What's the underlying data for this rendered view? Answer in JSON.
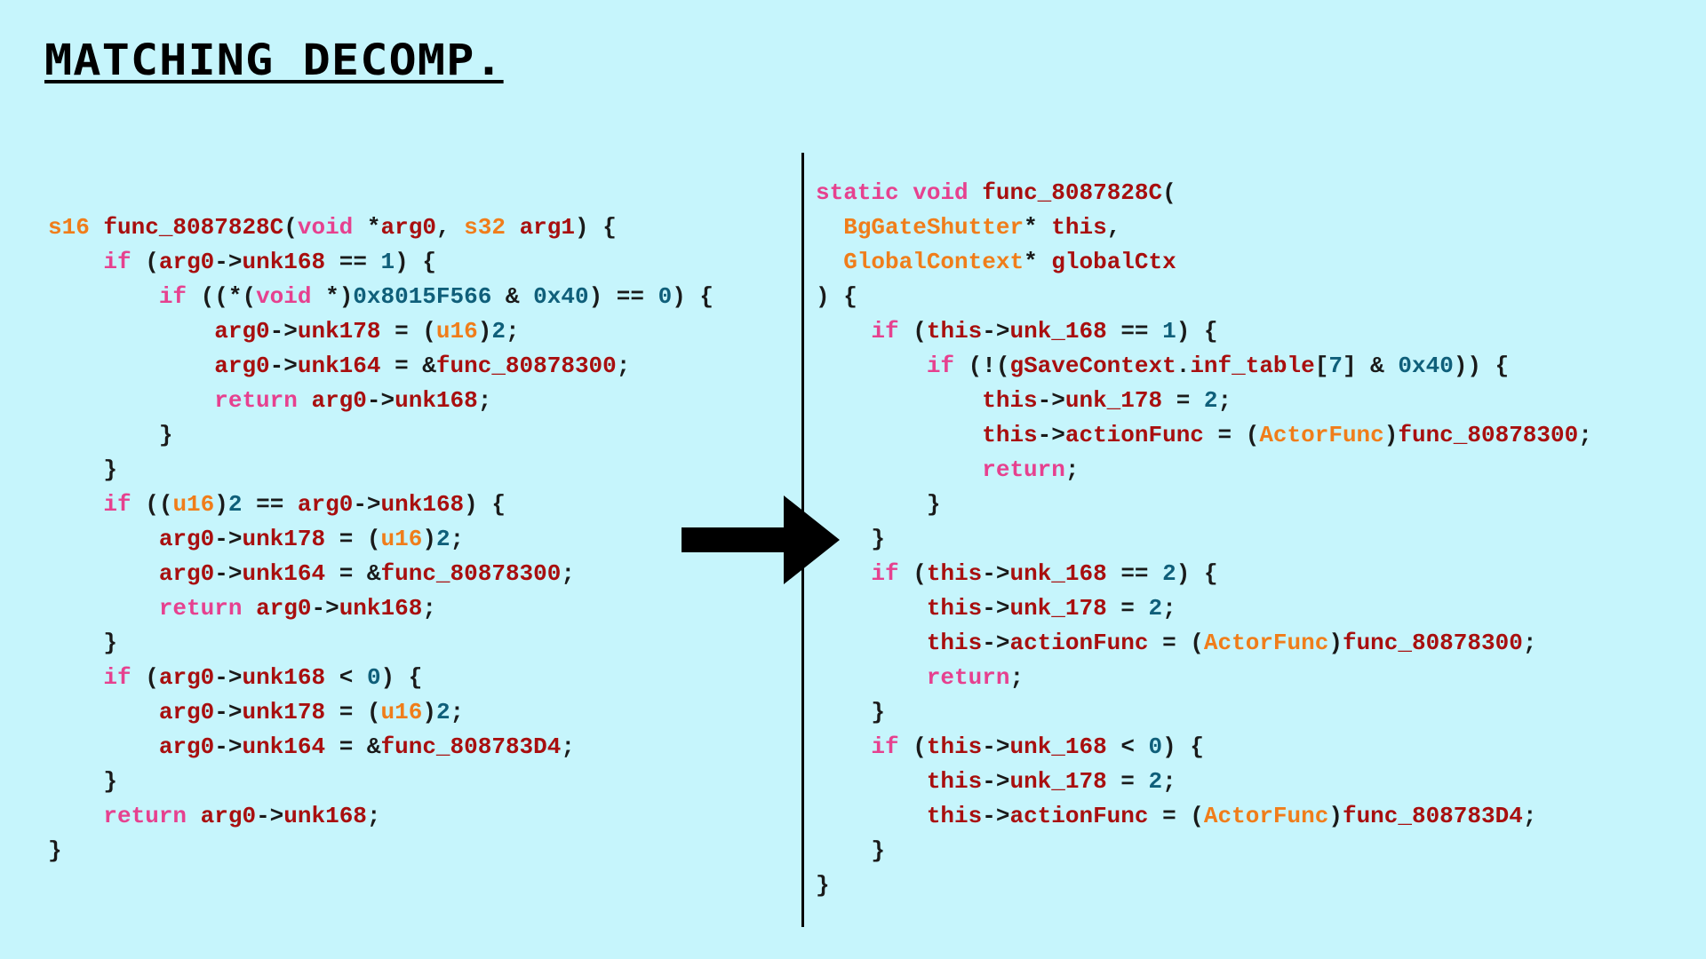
{
  "title": "Matching decomp.",
  "left_lines": [
    [
      [
        "ty",
        "s16"
      ],
      [
        "pu",
        " "
      ],
      [
        "id",
        "func_8087828C"
      ],
      [
        "pu",
        "("
      ],
      [
        "kw",
        "void"
      ],
      [
        "pu",
        " *"
      ],
      [
        "id",
        "arg0"
      ],
      [
        "pu",
        ", "
      ],
      [
        "ty",
        "s32"
      ],
      [
        "pu",
        " "
      ],
      [
        "id",
        "arg1"
      ],
      [
        "pu",
        ") {"
      ]
    ],
    [
      [
        "pu",
        "    "
      ],
      [
        "kw",
        "if"
      ],
      [
        "pu",
        " ("
      ],
      [
        "id",
        "arg0"
      ],
      [
        "pu",
        "->"
      ],
      [
        "id",
        "unk168"
      ],
      [
        "pu",
        " == "
      ],
      [
        "nm",
        "1"
      ],
      [
        "pu",
        ") {"
      ]
    ],
    [
      [
        "pu",
        "        "
      ],
      [
        "kw",
        "if"
      ],
      [
        "pu",
        " ((*("
      ],
      [
        "kw",
        "void"
      ],
      [
        "pu",
        " *)"
      ],
      [
        "nm",
        "0x8015F566"
      ],
      [
        "pu",
        " & "
      ],
      [
        "nm",
        "0x40"
      ],
      [
        "pu",
        ") == "
      ],
      [
        "nm",
        "0"
      ],
      [
        "pu",
        ") {"
      ]
    ],
    [
      [
        "pu",
        "            "
      ],
      [
        "id",
        "arg0"
      ],
      [
        "pu",
        "->"
      ],
      [
        "id",
        "unk178"
      ],
      [
        "pu",
        " = ("
      ],
      [
        "ty",
        "u16"
      ],
      [
        "pu",
        ")"
      ],
      [
        "nm",
        "2"
      ],
      [
        "pu",
        ";"
      ]
    ],
    [
      [
        "pu",
        "            "
      ],
      [
        "id",
        "arg0"
      ],
      [
        "pu",
        "->"
      ],
      [
        "id",
        "unk164"
      ],
      [
        "pu",
        " = &"
      ],
      [
        "id",
        "func_80878300"
      ],
      [
        "pu",
        ";"
      ]
    ],
    [
      [
        "pu",
        "            "
      ],
      [
        "kw",
        "return"
      ],
      [
        "pu",
        " "
      ],
      [
        "id",
        "arg0"
      ],
      [
        "pu",
        "->"
      ],
      [
        "id",
        "unk168"
      ],
      [
        "pu",
        ";"
      ]
    ],
    [
      [
        "pu",
        "        }"
      ]
    ],
    [
      [
        "pu",
        "    }"
      ]
    ],
    [
      [
        "pu",
        "    "
      ],
      [
        "kw",
        "if"
      ],
      [
        "pu",
        " (("
      ],
      [
        "ty",
        "u16"
      ],
      [
        "pu",
        ")"
      ],
      [
        "nm",
        "2"
      ],
      [
        "pu",
        " == "
      ],
      [
        "id",
        "arg0"
      ],
      [
        "pu",
        "->"
      ],
      [
        "id",
        "unk168"
      ],
      [
        "pu",
        ") {"
      ]
    ],
    [
      [
        "pu",
        "        "
      ],
      [
        "id",
        "arg0"
      ],
      [
        "pu",
        "->"
      ],
      [
        "id",
        "unk178"
      ],
      [
        "pu",
        " = ("
      ],
      [
        "ty",
        "u16"
      ],
      [
        "pu",
        ")"
      ],
      [
        "nm",
        "2"
      ],
      [
        "pu",
        ";"
      ]
    ],
    [
      [
        "pu",
        "        "
      ],
      [
        "id",
        "arg0"
      ],
      [
        "pu",
        "->"
      ],
      [
        "id",
        "unk164"
      ],
      [
        "pu",
        " = &"
      ],
      [
        "id",
        "func_80878300"
      ],
      [
        "pu",
        ";"
      ]
    ],
    [
      [
        "pu",
        "        "
      ],
      [
        "kw",
        "return"
      ],
      [
        "pu",
        " "
      ],
      [
        "id",
        "arg0"
      ],
      [
        "pu",
        "->"
      ],
      [
        "id",
        "unk168"
      ],
      [
        "pu",
        ";"
      ]
    ],
    [
      [
        "pu",
        "    }"
      ]
    ],
    [
      [
        "pu",
        "    "
      ],
      [
        "kw",
        "if"
      ],
      [
        "pu",
        " ("
      ],
      [
        "id",
        "arg0"
      ],
      [
        "pu",
        "->"
      ],
      [
        "id",
        "unk168"
      ],
      [
        "pu",
        " < "
      ],
      [
        "nm",
        "0"
      ],
      [
        "pu",
        ") {"
      ]
    ],
    [
      [
        "pu",
        "        "
      ],
      [
        "id",
        "arg0"
      ],
      [
        "pu",
        "->"
      ],
      [
        "id",
        "unk178"
      ],
      [
        "pu",
        " = ("
      ],
      [
        "ty",
        "u16"
      ],
      [
        "pu",
        ")"
      ],
      [
        "nm",
        "2"
      ],
      [
        "pu",
        ";"
      ]
    ],
    [
      [
        "pu",
        "        "
      ],
      [
        "id",
        "arg0"
      ],
      [
        "pu",
        "->"
      ],
      [
        "id",
        "unk164"
      ],
      [
        "pu",
        " = &"
      ],
      [
        "id",
        "func_808783D4"
      ],
      [
        "pu",
        ";"
      ]
    ],
    [
      [
        "pu",
        "    }"
      ]
    ],
    [
      [
        "pu",
        "    "
      ],
      [
        "kw",
        "return"
      ],
      [
        "pu",
        " "
      ],
      [
        "id",
        "arg0"
      ],
      [
        "pu",
        "->"
      ],
      [
        "id",
        "unk168"
      ],
      [
        "pu",
        ";"
      ]
    ],
    [
      [
        "pu",
        "}"
      ]
    ]
  ],
  "right_lines": [
    [
      [
        "kw",
        "static"
      ],
      [
        "pu",
        " "
      ],
      [
        "kw",
        "void"
      ],
      [
        "pu",
        " "
      ],
      [
        "id",
        "func_8087828C"
      ],
      [
        "pu",
        "("
      ]
    ],
    [
      [
        "pu",
        "  "
      ],
      [
        "ty",
        "BgGateShutter"
      ],
      [
        "pu",
        "* "
      ],
      [
        "id",
        "this"
      ],
      [
        "pu",
        ","
      ]
    ],
    [
      [
        "pu",
        "  "
      ],
      [
        "ty",
        "GlobalContext"
      ],
      [
        "pu",
        "* "
      ],
      [
        "id",
        "globalCtx"
      ]
    ],
    [
      [
        "pu",
        ") {"
      ]
    ],
    [
      [
        "pu",
        "    "
      ],
      [
        "kw",
        "if"
      ],
      [
        "pu",
        " ("
      ],
      [
        "id",
        "this"
      ],
      [
        "pu",
        "->"
      ],
      [
        "id",
        "unk_168"
      ],
      [
        "pu",
        " == "
      ],
      [
        "nm",
        "1"
      ],
      [
        "pu",
        ") {"
      ]
    ],
    [
      [
        "pu",
        "        "
      ],
      [
        "kw",
        "if"
      ],
      [
        "pu",
        " (!("
      ],
      [
        "id",
        "gSaveContext"
      ],
      [
        "pu",
        "."
      ],
      [
        "id",
        "inf_table"
      ],
      [
        "pu",
        "["
      ],
      [
        "nm",
        "7"
      ],
      [
        "pu",
        "] & "
      ],
      [
        "nm",
        "0x40"
      ],
      [
        "pu",
        ")) {"
      ]
    ],
    [
      [
        "pu",
        "            "
      ],
      [
        "id",
        "this"
      ],
      [
        "pu",
        "->"
      ],
      [
        "id",
        "unk_178"
      ],
      [
        "pu",
        " = "
      ],
      [
        "nm",
        "2"
      ],
      [
        "pu",
        ";"
      ]
    ],
    [
      [
        "pu",
        "            "
      ],
      [
        "id",
        "this"
      ],
      [
        "pu",
        "->"
      ],
      [
        "id",
        "actionFunc"
      ],
      [
        "pu",
        " = ("
      ],
      [
        "ty",
        "ActorFunc"
      ],
      [
        "pu",
        ")"
      ],
      [
        "id",
        "func_80878300"
      ],
      [
        "pu",
        ";"
      ]
    ],
    [
      [
        "pu",
        "            "
      ],
      [
        "kw",
        "return"
      ],
      [
        "pu",
        ";"
      ]
    ],
    [
      [
        "pu",
        "        }"
      ]
    ],
    [
      [
        "pu",
        "    }"
      ]
    ],
    [
      [
        "pu",
        "    "
      ],
      [
        "kw",
        "if"
      ],
      [
        "pu",
        " ("
      ],
      [
        "id",
        "this"
      ],
      [
        "pu",
        "->"
      ],
      [
        "id",
        "unk_168"
      ],
      [
        "pu",
        " == "
      ],
      [
        "nm",
        "2"
      ],
      [
        "pu",
        ") {"
      ]
    ],
    [
      [
        "pu",
        "        "
      ],
      [
        "id",
        "this"
      ],
      [
        "pu",
        "->"
      ],
      [
        "id",
        "unk_178"
      ],
      [
        "pu",
        " = "
      ],
      [
        "nm",
        "2"
      ],
      [
        "pu",
        ";"
      ]
    ],
    [
      [
        "pu",
        "        "
      ],
      [
        "id",
        "this"
      ],
      [
        "pu",
        "->"
      ],
      [
        "id",
        "actionFunc"
      ],
      [
        "pu",
        " = ("
      ],
      [
        "ty",
        "ActorFunc"
      ],
      [
        "pu",
        ")"
      ],
      [
        "id",
        "func_80878300"
      ],
      [
        "pu",
        ";"
      ]
    ],
    [
      [
        "pu",
        "        "
      ],
      [
        "kw",
        "return"
      ],
      [
        "pu",
        ";"
      ]
    ],
    [
      [
        "pu",
        "    }"
      ]
    ],
    [
      [
        "pu",
        "    "
      ],
      [
        "kw",
        "if"
      ],
      [
        "pu",
        " ("
      ],
      [
        "id",
        "this"
      ],
      [
        "pu",
        "->"
      ],
      [
        "id",
        "unk_168"
      ],
      [
        "pu",
        " < "
      ],
      [
        "nm",
        "0"
      ],
      [
        "pu",
        ") {"
      ]
    ],
    [
      [
        "pu",
        "        "
      ],
      [
        "id",
        "this"
      ],
      [
        "pu",
        "->"
      ],
      [
        "id",
        "unk_178"
      ],
      [
        "pu",
        " = "
      ],
      [
        "nm",
        "2"
      ],
      [
        "pu",
        ";"
      ]
    ],
    [
      [
        "pu",
        "        "
      ],
      [
        "id",
        "this"
      ],
      [
        "pu",
        "->"
      ],
      [
        "id",
        "actionFunc"
      ],
      [
        "pu",
        " = ("
      ],
      [
        "ty",
        "ActorFunc"
      ],
      [
        "pu",
        ")"
      ],
      [
        "id",
        "func_808783D4"
      ],
      [
        "pu",
        ";"
      ]
    ],
    [
      [
        "pu",
        "    }"
      ]
    ],
    [
      [
        "pu",
        "}"
      ]
    ]
  ],
  "icons": {
    "arrow": "right-arrow-icon"
  },
  "colors": {
    "background": "#c6f5fc",
    "keyword": "#e6418f",
    "type": "#f07d1a",
    "identifier": "#a80f0f",
    "number": "#0f5f7a",
    "punctuation": "#1a1a1a"
  }
}
